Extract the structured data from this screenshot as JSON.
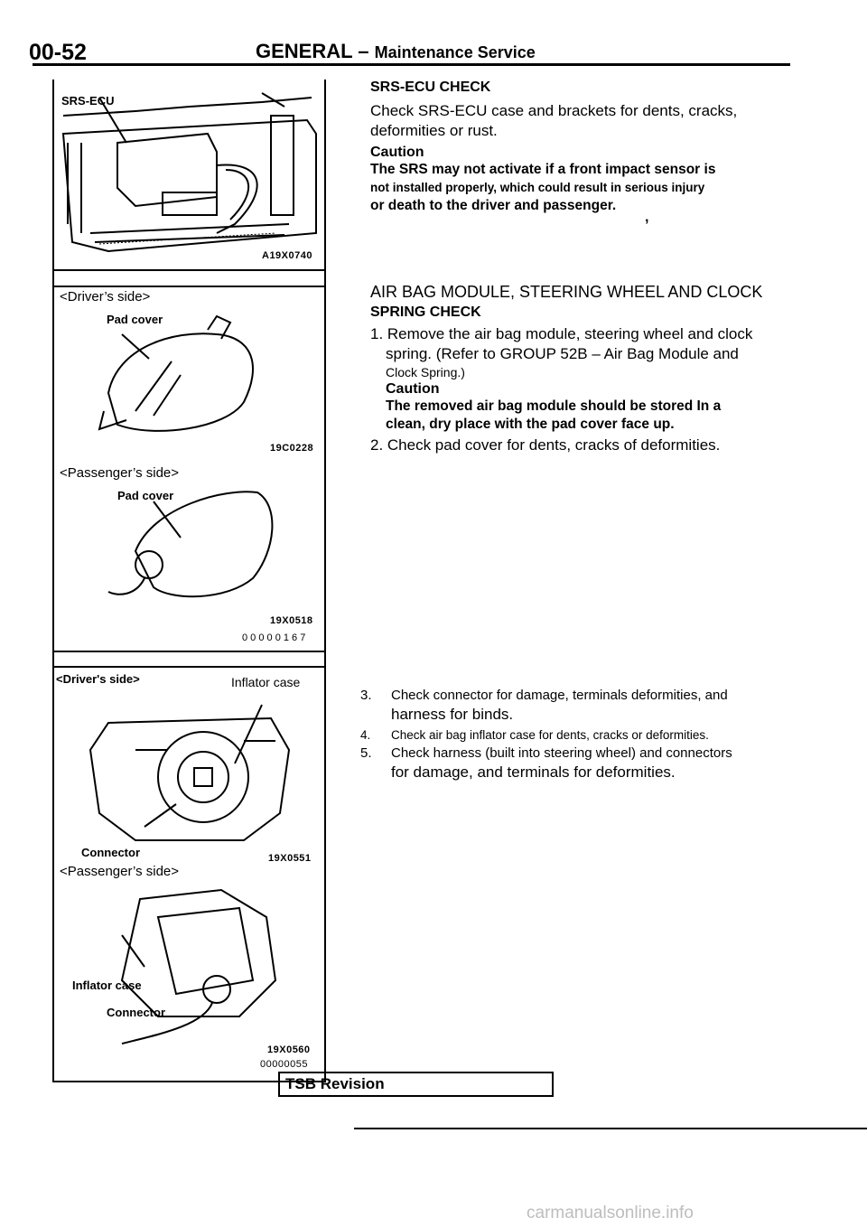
{
  "header": {
    "page_number": "00-52",
    "section": "GENERAL",
    "separator": "–",
    "subtitle": "Maintenance Service"
  },
  "figures": {
    "srs_ecu": {
      "label": "SRS-ECU",
      "code": "A19X0740"
    },
    "driver_pad": {
      "caption": "<Driver’s side>",
      "label": "Pad cover",
      "code": "19C0228"
    },
    "passenger_pad": {
      "caption": "<Passenger’s side>",
      "label": "Pad cover",
      "code": "19X0518",
      "group_code": "0 0 0 0 0 1 6 7"
    },
    "driver_inflator": {
      "caption": "<Driver's side>",
      "label_inflator": "Inflator case",
      "label_connector": "Connector",
      "code": "19X0551"
    },
    "passenger_inflator": {
      "caption": "<Passenger’s side>",
      "label_inflator": "Inflator case",
      "label_connector": "Connector",
      "code": "19X0560",
      "group_code": "00000055"
    }
  },
  "srs_ecu_check": {
    "heading_bold": "SRS-ECU",
    "heading_rest": "CHECK",
    "body": "Check SRS-ECU case and brackets for dents, cracks, deformities or rust.",
    "caution_heading": "Caution",
    "caution_line1": "The SRS may not activate if a front impact sensor is",
    "caution_line2": "not installed properly, which could result in serious injury",
    "caution_line3": "or death to the driver and passenger.",
    "stray_mark": ","
  },
  "airbag_check": {
    "heading_line1": "AIR BAG MODULE, STEERING WHEEL AND CLOCK",
    "heading_line2": "SPRING CHECK",
    "step1_line1": "1. Remove the air bag module, steering wheel and clock",
    "step1_line2": "spring. (Refer to GROUP 52B – Air Bag Module and",
    "step1_line3": "Clock Spring.)",
    "caution_heading": "Caution",
    "caution_line1": "The removed air bag module should be stored In a",
    "caution_line2": "clean, dry place with the pad cover face up.",
    "step2": "2. Check pad cover for dents, cracks of deformities."
  },
  "steps": [
    {
      "num": "3.",
      "line1": "Check connector for damage, terminals deformities, and",
      "line2": "harness for binds."
    },
    {
      "num": "4.",
      "line1": "Check air bag inflator case for dents, cracks or deformities.",
      "line2": ""
    },
    {
      "num": "5.",
      "line1": "Check harness (built into steering wheel) and connectors",
      "line2": "for damage, and terminals for deformities."
    }
  ],
  "footer": {
    "tsb": "TSB Revision",
    "watermark": "carmanualsonline.info"
  }
}
